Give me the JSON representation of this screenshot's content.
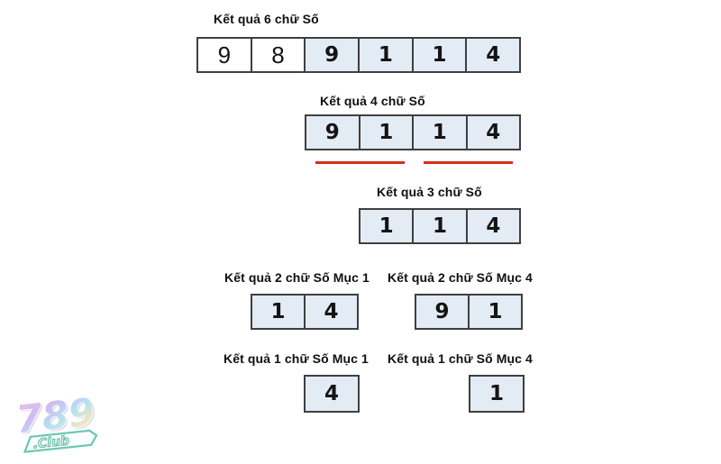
{
  "page": {
    "background": "#ffffff"
  },
  "colors": {
    "cell_highlight_bg": "#e3ebf5",
    "cell_plain_bg": "#ffffff",
    "cell_border": "#3f3f3f",
    "label_text": "#101010",
    "underline_red": "#d62e1f",
    "logo_banner_teal": "#6cc7b2"
  },
  "sections": {
    "six": {
      "label": "Kết quả 6 chữ Số",
      "cells": [
        {
          "value": "9",
          "highlight": false
        },
        {
          "value": "8",
          "highlight": false
        },
        {
          "value": "9",
          "highlight": true
        },
        {
          "value": "1",
          "highlight": true
        },
        {
          "value": "1",
          "highlight": true
        },
        {
          "value": "4",
          "highlight": true
        }
      ]
    },
    "four": {
      "label": "Kết quả 4 chữ Số",
      "cells": [
        {
          "value": "9",
          "highlight": true
        },
        {
          "value": "1",
          "highlight": true
        },
        {
          "value": "1",
          "highlight": true
        },
        {
          "value": "4",
          "highlight": true
        }
      ],
      "underline_count": 2
    },
    "three": {
      "label": "Kết quả 3 chữ Số",
      "cells": [
        {
          "value": "1",
          "highlight": true
        },
        {
          "value": "1",
          "highlight": true
        },
        {
          "value": "4",
          "highlight": true
        }
      ]
    },
    "two_m1": {
      "label": "Kết quả 2 chữ Số Mục 1",
      "cells": [
        {
          "value": "1",
          "highlight": true
        },
        {
          "value": "4",
          "highlight": true
        }
      ]
    },
    "two_m4": {
      "label": "Kết quả 2 chữ Số Mục 4",
      "cells": [
        {
          "value": "9",
          "highlight": true
        },
        {
          "value": "1",
          "highlight": true
        }
      ]
    },
    "one_m1": {
      "label": "Kết quả 1 chữ Số Mục 1",
      "cells": [
        {
          "value": "4",
          "highlight": true
        }
      ]
    },
    "one_m4": {
      "label": "Kết quả 1 chữ Số Mục 4",
      "cells": [
        {
          "value": "1",
          "highlight": true
        }
      ]
    }
  },
  "logo": {
    "text": "789",
    "suffix": ".Club"
  }
}
